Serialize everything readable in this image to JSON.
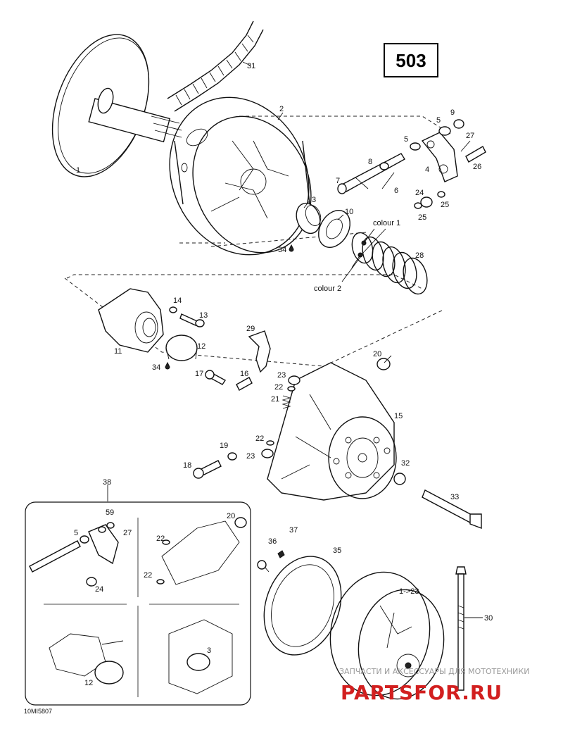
{
  "diagram": {
    "page_number": "503",
    "drawing_code": "10MI5807",
    "labels": {
      "p1": "1",
      "p2": "2",
      "p3": "3",
      "p4": "4",
      "p5": "5",
      "p6": "6",
      "p7": "7",
      "p8": "8",
      "p9": "9",
      "p10": "10",
      "p11": "11",
      "p12": "12",
      "p13": "13",
      "p14": "14",
      "p15": "15",
      "p16": "16",
      "p17": "17",
      "p18": "18",
      "p19": "19",
      "p20": "20",
      "p21": "21",
      "p22": "22",
      "p23": "23",
      "p24": "24",
      "p25": "25",
      "p26": "26",
      "p27": "27",
      "p28": "28",
      "p29": "29",
      "p30": "30",
      "p31": "31",
      "p32": "32",
      "p33": "33",
      "p34": "34",
      "p35": "35",
      "p36": "36",
      "p37": "37",
      "p38": "38",
      "colour1": "colour 1",
      "colour2": "colour 2",
      "range": "1->23"
    },
    "inset_labels": {
      "i5": "5",
      "i9": "9",
      "i5b": "5",
      "i27": "27",
      "i24": "24",
      "i22a": "22",
      "i22b": "22",
      "i20": "20",
      "i3": "3",
      "i12": "12"
    }
  },
  "watermark": {
    "top_text": "ЗАПЧАСТИ И АКСЕССУАРЫ ДЛЯ МОТОТЕХНИКИ",
    "logo_text": "PARTSFOR.RU"
  }
}
